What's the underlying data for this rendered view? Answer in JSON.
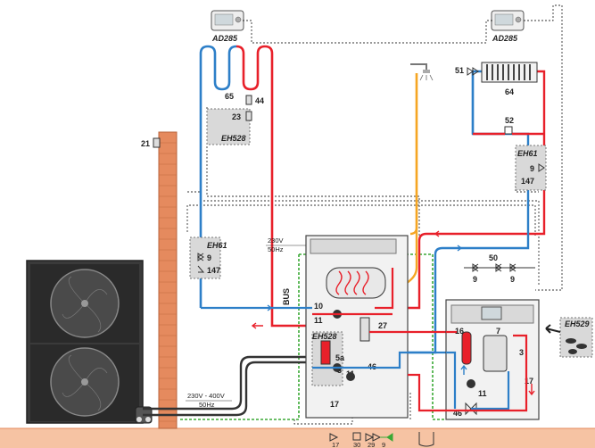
{
  "controllers": {
    "left": "AD285",
    "right": "AD285",
    "main_box": "EH528",
    "optional_kit": "EH529"
  },
  "options": {
    "eh528_left": "EH528",
    "eh61_outdoor": "EH61",
    "eh61_right": "EH61",
    "eh528_inner": "EH528"
  },
  "power": {
    "indoor": [
      "230V",
      "50Hz"
    ],
    "outdoor": [
      "230V - 400V",
      "50Hz"
    ]
  },
  "bus_label": "BUS",
  "numbers": {
    "n65": "65",
    "n44": "44",
    "n23": "23",
    "n21": "21",
    "n51": "51",
    "n64": "64",
    "n52": "52",
    "n9_right": "9",
    "n147_right": "147",
    "n9_left": "9",
    "n147_left": "147",
    "n50": "50",
    "n9_bl": "9",
    "n9_br": "9",
    "n10": "10",
    "n11_a": "11",
    "n11_b": "11",
    "n3_a": "3",
    "n5a": "5a",
    "n46_a": "46",
    "n27": "27",
    "n17_a": "17",
    "n16": "16",
    "n7": "7",
    "n3_b": "3",
    "n17_b": "17",
    "n11_c": "11",
    "n46_b": "46",
    "bottom_17": "17",
    "bottom_30": "30",
    "bottom_29": "29",
    "bottom_9": "9"
  },
  "colors": {
    "hot": "#e8202a",
    "cold": "#2d7fc8",
    "dhw": "#f5a623",
    "bus": "#3aa935",
    "wall": "#e58a5e",
    "ground": "#f6c3a3",
    "box": "#d9d9d9"
  }
}
